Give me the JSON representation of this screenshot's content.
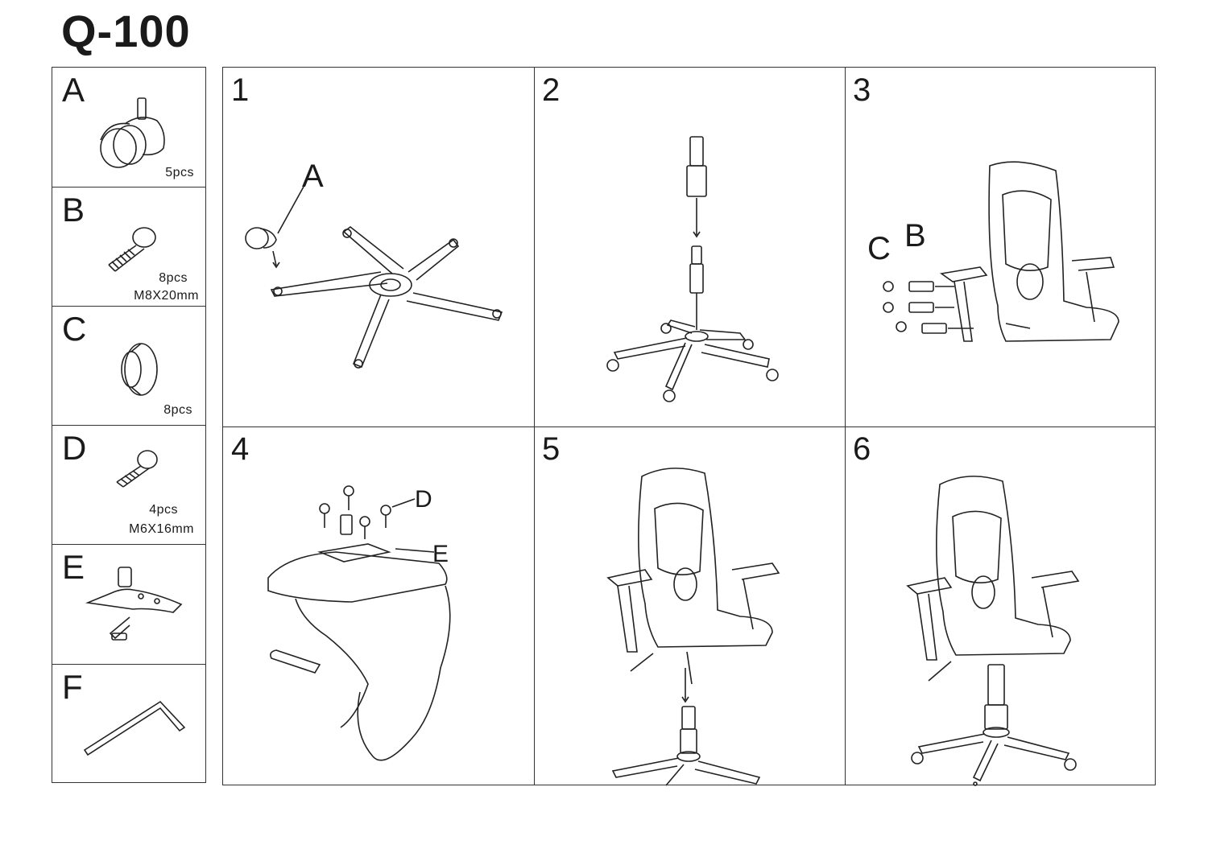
{
  "title": "Q-100",
  "parts": [
    {
      "letter": "A",
      "qty": "5pcs",
      "size": "",
      "icon": "caster-wheel-icon"
    },
    {
      "letter": "B",
      "qty": "8pcs",
      "size": "M8X20mm",
      "icon": "bolt-icon"
    },
    {
      "letter": "C",
      "qty": "8pcs",
      "size": "",
      "icon": "washer-icon"
    },
    {
      "letter": "D",
      "qty": "4pcs",
      "size": "M6X16mm",
      "icon": "screw-icon"
    },
    {
      "letter": "E",
      "qty": "",
      "size": "",
      "icon": "tilt-mechanism-icon"
    },
    {
      "letter": "F",
      "qty": "",
      "size": "",
      "icon": "allen-key-icon"
    }
  ],
  "steps": [
    {
      "number": "1",
      "callouts": [
        "A"
      ]
    },
    {
      "number": "2",
      "callouts": []
    },
    {
      "number": "3",
      "callouts": [
        "C",
        "B"
      ]
    },
    {
      "number": "4",
      "callouts": [
        "D",
        "E"
      ]
    },
    {
      "number": "5",
      "callouts": []
    },
    {
      "number": "6",
      "callouts": []
    }
  ]
}
